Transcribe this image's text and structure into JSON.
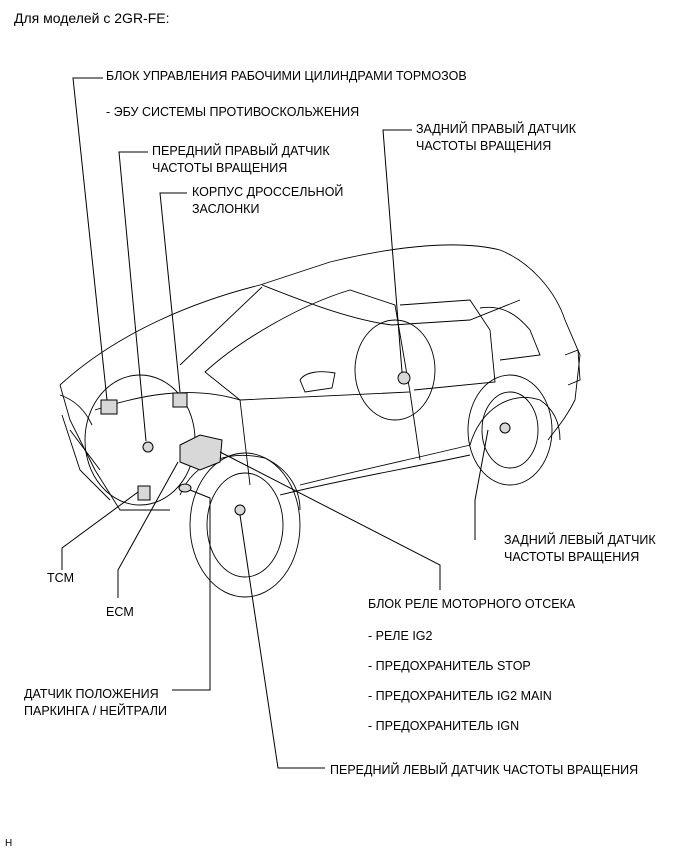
{
  "heading": "Для моделей с 2GR-FE:",
  "labels": {
    "brake_actuator": "БЛОК УПРАВЛЕНИЯ РАБОЧИМИ ЦИЛИНДРАМИ ТОРМОЗОВ",
    "skid_control_ecu": "- ЭБУ СИСТЕМЫ ПРОТИВОСКОЛЬЖЕНИЯ",
    "front_right_speed_sensor": "ПЕРЕДНИЙ ПРАВЫЙ ДАТЧИК\nЧАСТОТЫ ВРАЩЕНИЯ",
    "throttle_body": "КОРПУС ДРОССЕЛЬНОЙ\nЗАСЛОНКИ",
    "rear_right_speed_sensor": "ЗАДНИЙ ПРАВЫЙ ДАТЧИК\nЧАСТОТЫ ВРАЩЕНИЯ",
    "rear_left_speed_sensor": "ЗАДНИЙ ЛЕВЫЙ ДАТЧИК\nЧАСТОТЫ ВРАЩЕНИЯ",
    "tcm": "TCM",
    "ecm": "ECM",
    "engine_room_relay_block": "БЛОК РЕЛЕ МОТОРНОГО ОТСЕКА",
    "relay_ig2": "- РЕЛЕ IG2",
    "fuse_stop": "- ПРЕДОХРАНИТЕЛЬ STOP",
    "fuse_ig2_main": "- ПРЕДОХРАНИТЕЛЬ IG2 MAIN",
    "fuse_ign": "- ПРЕДОХРАНИТЕЛЬ IGN",
    "park_neutral_switch": "ДАТЧИК ПОЛОЖЕНИЯ\nПАРКИНГА / НЕЙТРАЛИ",
    "front_left_speed_sensor": "ПЕРЕДНИЙ ЛЕВЫЙ ДАТЧИК ЧАСТОТЫ ВРАЩЕНИЯ"
  },
  "corner_mark": "H"
}
